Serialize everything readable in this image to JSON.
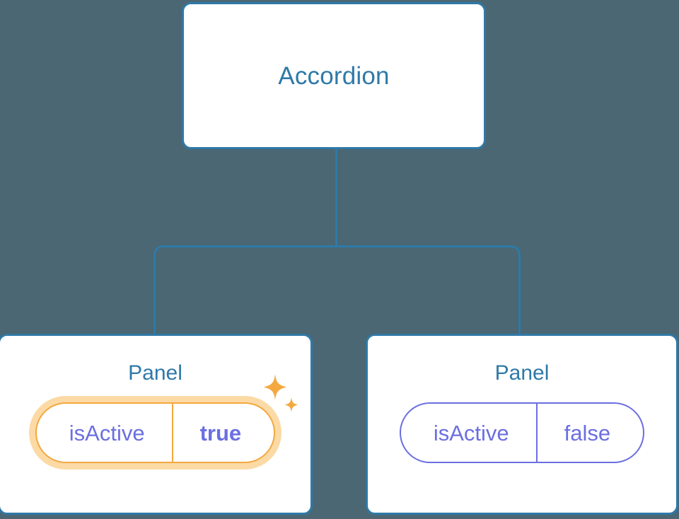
{
  "diagram": {
    "type": "component-tree",
    "background_color": "#4a6773",
    "node_border_color": "#2f79a8",
    "node_title_color": "#2f79a8",
    "prop_color": "#6b6fe0",
    "highlight_color": "#f4a83f",
    "highlight_glow_color": "#fbdaa5",
    "root": {
      "title": "Accordion"
    },
    "children": [
      {
        "title": "Panel",
        "prop_key": "isActive",
        "prop_value": "true",
        "highlighted": true,
        "sparkle_icon": "sparkles-icon"
      },
      {
        "title": "Panel",
        "prop_key": "isActive",
        "prop_value": "false",
        "highlighted": false
      }
    ]
  }
}
